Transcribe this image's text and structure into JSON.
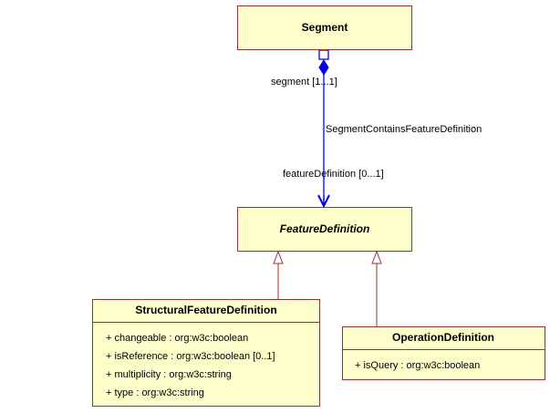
{
  "classes": {
    "segment": {
      "name": "Segment"
    },
    "feature_definition": {
      "name": "FeatureDefinition"
    },
    "structural_feature_definition": {
      "name": "StructuralFeatureDefinition",
      "attributes": [
        "+ changeable : org:w3c:boolean",
        "+ isReference : org:w3c:boolean [0..1]",
        "+ multiplicity : org:w3c:string",
        "+ type : org:w3c:string"
      ]
    },
    "operation_definition": {
      "name": "OperationDefinition",
      "attributes": [
        "+ isQuery : org:w3c:boolean"
      ]
    }
  },
  "association": {
    "name": "SegmentContainsFeatureDefinition",
    "source_role": "segment [1...1]",
    "target_role": "featureDefinition [0...1]"
  },
  "colors": {
    "class_fill": "#ffffcc",
    "class_border": "#993333",
    "association_line": "#0000ee",
    "generalization_line": "#993333"
  }
}
